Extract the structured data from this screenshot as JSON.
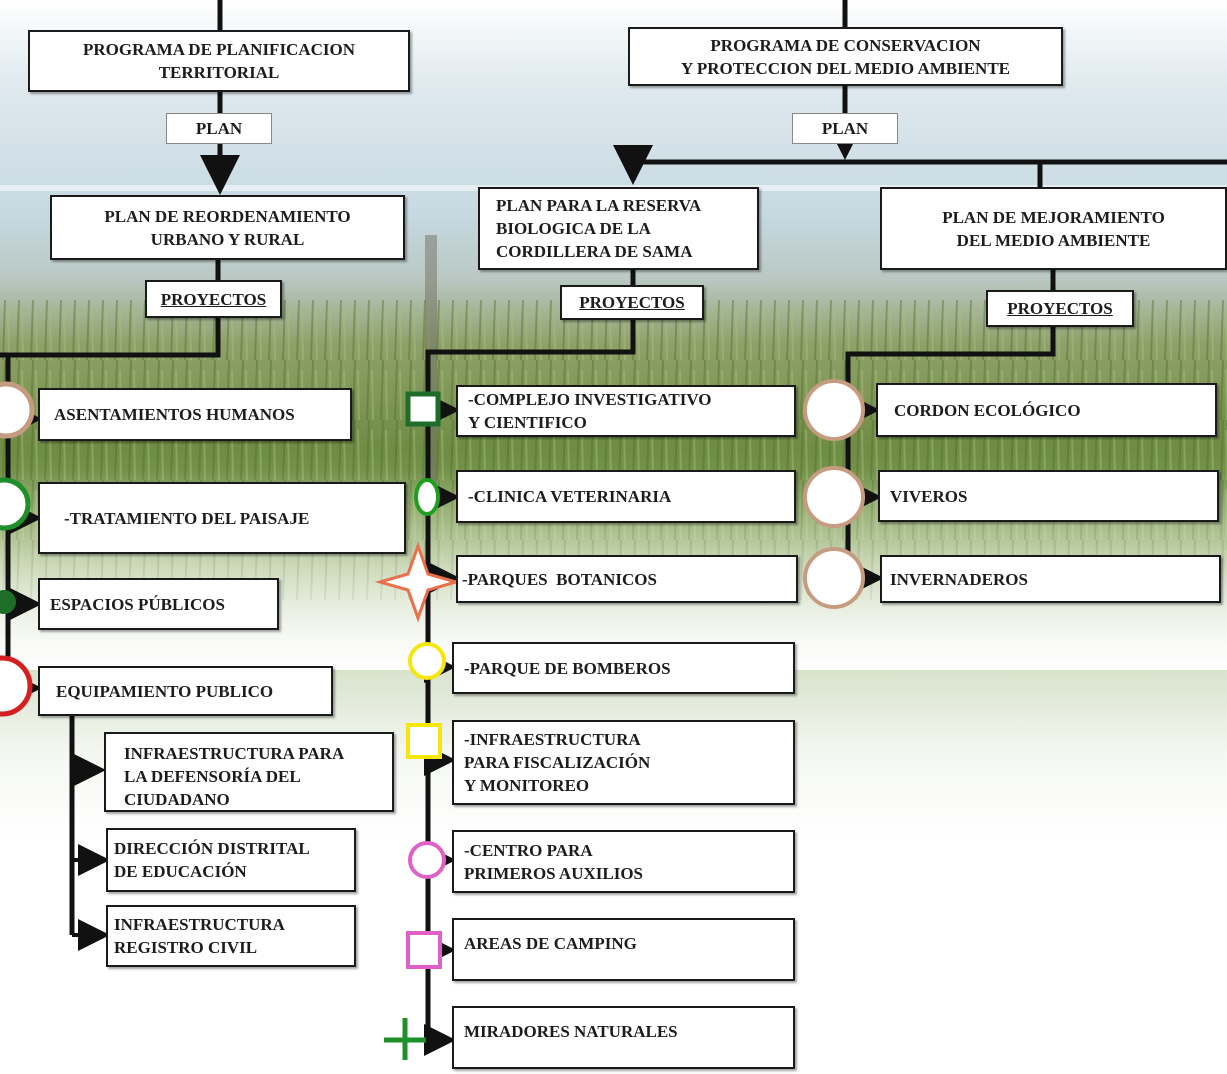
{
  "colors": {
    "sky_top": "#c9dce4",
    "field_green": "#6f8a45",
    "line": "#111111",
    "marker_brown": "#c69c80",
    "marker_green": "#1f8f2a",
    "marker_darkgreen": "#1e6e2a",
    "marker_orange": "#e8704a",
    "marker_yellow": "#f5e60a",
    "marker_pink": "#e060c8",
    "marker_red": "#d42020"
  },
  "program_left": {
    "title": "PROGRAMA DE PLANIFICACION\nTERRITORIAL",
    "plan_label": "PLAN"
  },
  "program_right": {
    "title": "PROGRAMA DE CONSERVACION\nY PROTECCION DEL MEDIO AMBIENTE",
    "plan_label": "PLAN"
  },
  "plan_reordenamiento": {
    "title": "PLAN DE REORDENAMIENTO\nURBANO Y RURAL",
    "projects_label": "PROYECTOS",
    "projects": [
      {
        "label": "ASENTAMIENTOS HUMANOS",
        "marker": "marker_brown"
      },
      {
        "label": "-TRATAMIENTO DEL PAISAJE",
        "marker": "marker_green"
      },
      {
        "label": "ESPACIOS PÚBLICOS",
        "marker": "marker_darkgreen"
      },
      {
        "label": "EQUIPAMIENTO PUBLICO",
        "marker": "marker_red"
      }
    ],
    "equipamiento_sub": [
      {
        "label": "INFRAESTRUCTURA PARA\nLA DEFENSORÍA DEL\nCIUDADANO"
      },
      {
        "label": "DIRECCIÓN DISTRITAL\nDE EDUCACIÓN"
      },
      {
        "label": "INFRAESTRUCTURA\nREGISTRO CIVIL"
      }
    ]
  },
  "plan_reserva": {
    "title": "PLAN PARA LA RESERVA\n BIOLOGICA DE LA\nCORDILLERA DE SAMA",
    "projects_label": "PROYECTOS",
    "projects": [
      {
        "label": "-COMPLEJO INVESTIGATIVO\nY CIENTIFICO",
        "marker": "square-green"
      },
      {
        "label": "-CLINICA VETERINARIA",
        "marker": "ellipse-green"
      },
      {
        "label": "-PARQUES  BOTANICOS",
        "marker": "star-orange"
      },
      {
        "label": "-PARQUE DE BOMBEROS",
        "marker": "circle-yellow"
      },
      {
        "label": "-INFRAESTRUCTURA\nPARA FISCALIZACIÓN\nY MONITOREO",
        "marker": "square-yellow"
      },
      {
        "label": "-CENTRO PARA\nPRIMEROS AUXILIOS",
        "marker": "circle-pink"
      },
      {
        "label": "AREAS DE CAMPING",
        "marker": "square-pink"
      },
      {
        "label": "MIRADORES NATURALES",
        "marker": "cross-green"
      }
    ]
  },
  "plan_mejoramiento": {
    "title": "PLAN DE MEJORAMIENTO\nDEL MEDIO AMBIENTE",
    "projects_label": "PROYECTOS",
    "projects": [
      {
        "label": "CORDON ECOLÓGICO",
        "marker": "circle-brown"
      },
      {
        "label": "VIVEROS",
        "marker": "circle-brown"
      },
      {
        "label": "INVERNADEROS",
        "marker": "circle-brown"
      }
    ]
  }
}
